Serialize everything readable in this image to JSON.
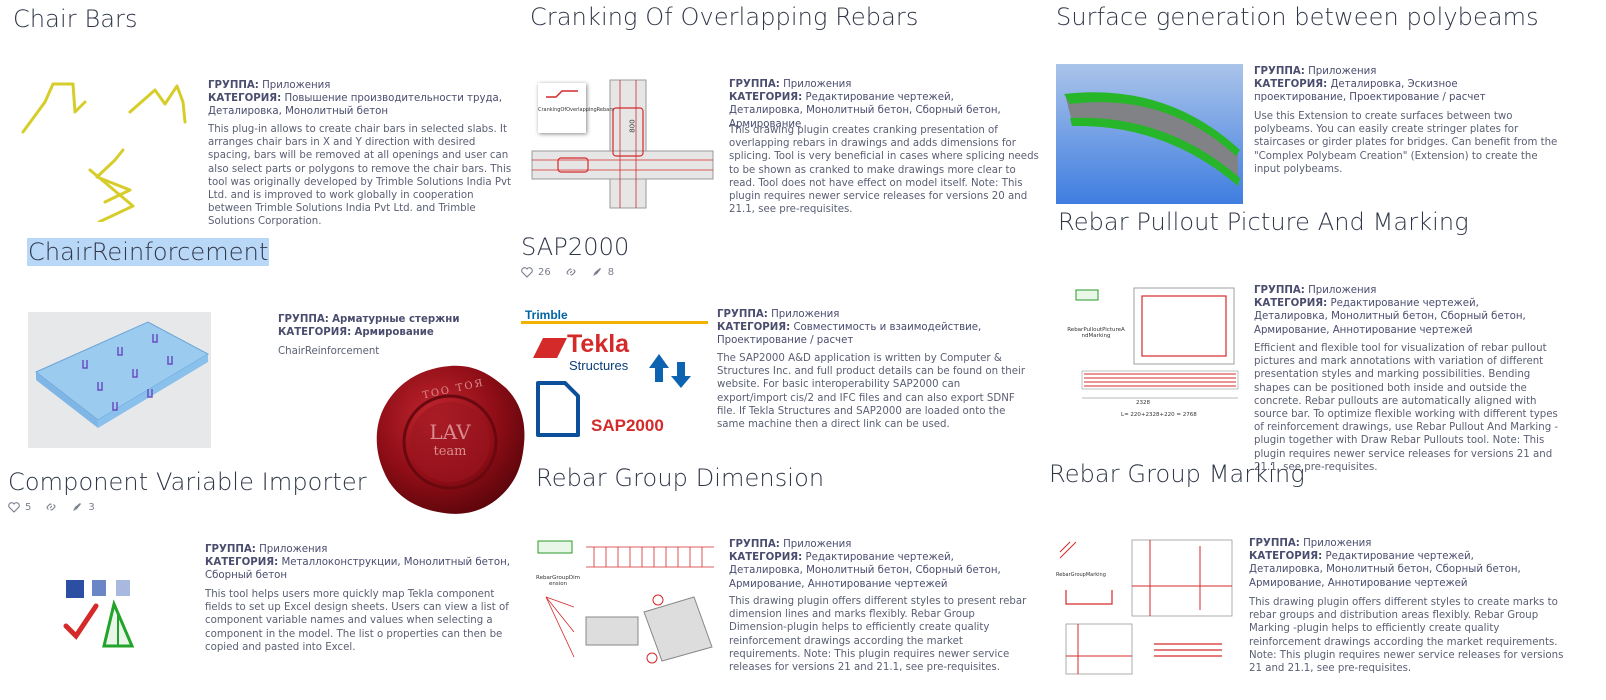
{
  "labels": {
    "group": "ГРУППА:",
    "category": "КАТЕГОРИЯ:"
  },
  "cards": [
    {
      "title": "Chair Bars",
      "group": "Приложения",
      "category": "Повышение производительности труда, Деталировка, Монолитный бетон",
      "description": "This plug-in allows to create chair bars in selected slabs. It arranges chair bars in X and Y direction with desired spacing, bars will be removed at all openings and user can also select parts or polygons to remove the chair bars. This tool was originally developed by Trimble Solutions India Pvt Ltd. and is improved to work globally in cooperation between Trimble Solutions India Pvt Ltd. and Trimble Solutions Corporation."
    },
    {
      "title": "Cranking Of Overlapping Rebars",
      "thumb_label": "CrankingOfOverlappingRebars",
      "thumb_dim": "800",
      "group": "Приложения",
      "category": "Редактирование чертежей, Деталировка, Монолитный бетон, Сборный бетон, Армирование",
      "description": "This drawing plugin creates cranking presentation of overlapping rebars in drawings and adds dimensions for splicing. Tool is very beneficial in cases where splicing needs to be shown as cranked to make drawings more clear to read. Tool does not have effect on model itself. Note: This plugin requires newer service releases for versions 20 and 21.1, see pre-requisites."
    },
    {
      "title": "Surface generation between polybeams",
      "group": "Приложения",
      "category": "Деталировка, Эскизное проектирование, Проектирование / расчет",
      "description": "Use this Extension to create surfaces between two polybeams. You can easily create stringer plates for staircases or girder plates for bridges. Can benefit from the \"Complex Polybeam Creation\" (Extension) to create the input polybeams."
    },
    {
      "title": "ChairReinforcement",
      "group": "Арматурные стержни",
      "category": "Армирование",
      "description": "ChairReinforcement"
    },
    {
      "title": "SAP2000",
      "likes": "26",
      "downloads": "8",
      "logo_trimble": "Trimble",
      "logo_tekla": "Tekla",
      "logo_structures": "Structures",
      "logo_sap": "SAP2000",
      "group": "Приложения",
      "category": "Совместимость и взаимодействие, Проектирование / расчет",
      "description": "The SAP2000 A&D application is written by Computer & Structures Inc. and full product details can be found on their website. For basic interoperability SAP2000 can export/import cis/2 and IFC files and can also export SDNF file. If Tekla Structures and SAP2000 are loaded onto the same machine then a direct link can be used."
    },
    {
      "title": "Rebar Pullout Picture And Marking",
      "thumb_label": "RebarPulloutPictureAndMarking",
      "thumb_formula": "L= 220+2328+220 = 2768",
      "thumb_len": "2328",
      "group": "Приложения",
      "category": "Редактирование чертежей, Деталировка, Монолитный бетон, Сборный бетон, Армирование, Аннотирование чертежей",
      "description": "Efficient and flexible tool for visualization of rebar pullout pictures and mark annotations with variation of different presentation styles and marking possibilities. Bending shapes can be positioned both inside and outside the concrete. Rebar pullouts are automatically aligned with source bar. To optimize flexible working with different types of reinforcement drawings, use Rebar Pullout And Marking - plugin together with Draw Rebar Pullouts tool. Note: This plugin requires newer service releases for versions 21 and 21.1, see pre-requisites."
    },
    {
      "title": "Component Variable Importer",
      "likes": "5",
      "downloads": "3",
      "group": "Приложения",
      "category": "Металлоконструкции, Монолитный бетон, Сборный бетон",
      "description": "This tool helps users more quickly map Tekla component fields to set up Excel design sheets. Users can view a list of component variable names and values when selecting a component in the model. The list o properties can then be copied and pasted into Excel."
    },
    {
      "title": "Rebar Group Dimension",
      "thumb_label": "RebarGroupDimension",
      "group": "Приложения",
      "category": "Редактирование чертежей, Деталировка, Монолитный бетон, Сборный бетон, Армирование, Аннотирование чертежей",
      "description": "This drawing plugin offers different styles to present rebar dimension lines and marks flexibly. Rebar Group Dimension-plugin helps to efficiently create quality reinforcement drawings according the market requirements. Note: This plugin requires newer service releases for versions 21 and 21.1, see pre-requisites."
    },
    {
      "title": "Rebar Group Marking",
      "thumb_label": "RebarGroupMarking",
      "group": "Приложения",
      "category": "Редактирование чертежей, Деталировка, Монолитный бетон, Сборный бетон, Армирование, Аннотирование чертежей",
      "description": "This drawing plugin offers different styles to create marks to rebar groups and distribution areas flexibly. Rebar Group Marking -plugin helps to efficiently create quality reinforcement drawings according the market requirements. Note: This plugin requires newer service releases for versions 21 and 21.1, see pre-requisites."
    }
  ],
  "watermark": {
    "top_text": "ТОО ТОЯ",
    "line1": "LAV",
    "line2": "team"
  },
  "colors": {
    "accent_red": "#d42a2a",
    "trimble_blue": "#0063a3",
    "highlight": "#b9d7f7",
    "wax": "#8e0d16"
  }
}
